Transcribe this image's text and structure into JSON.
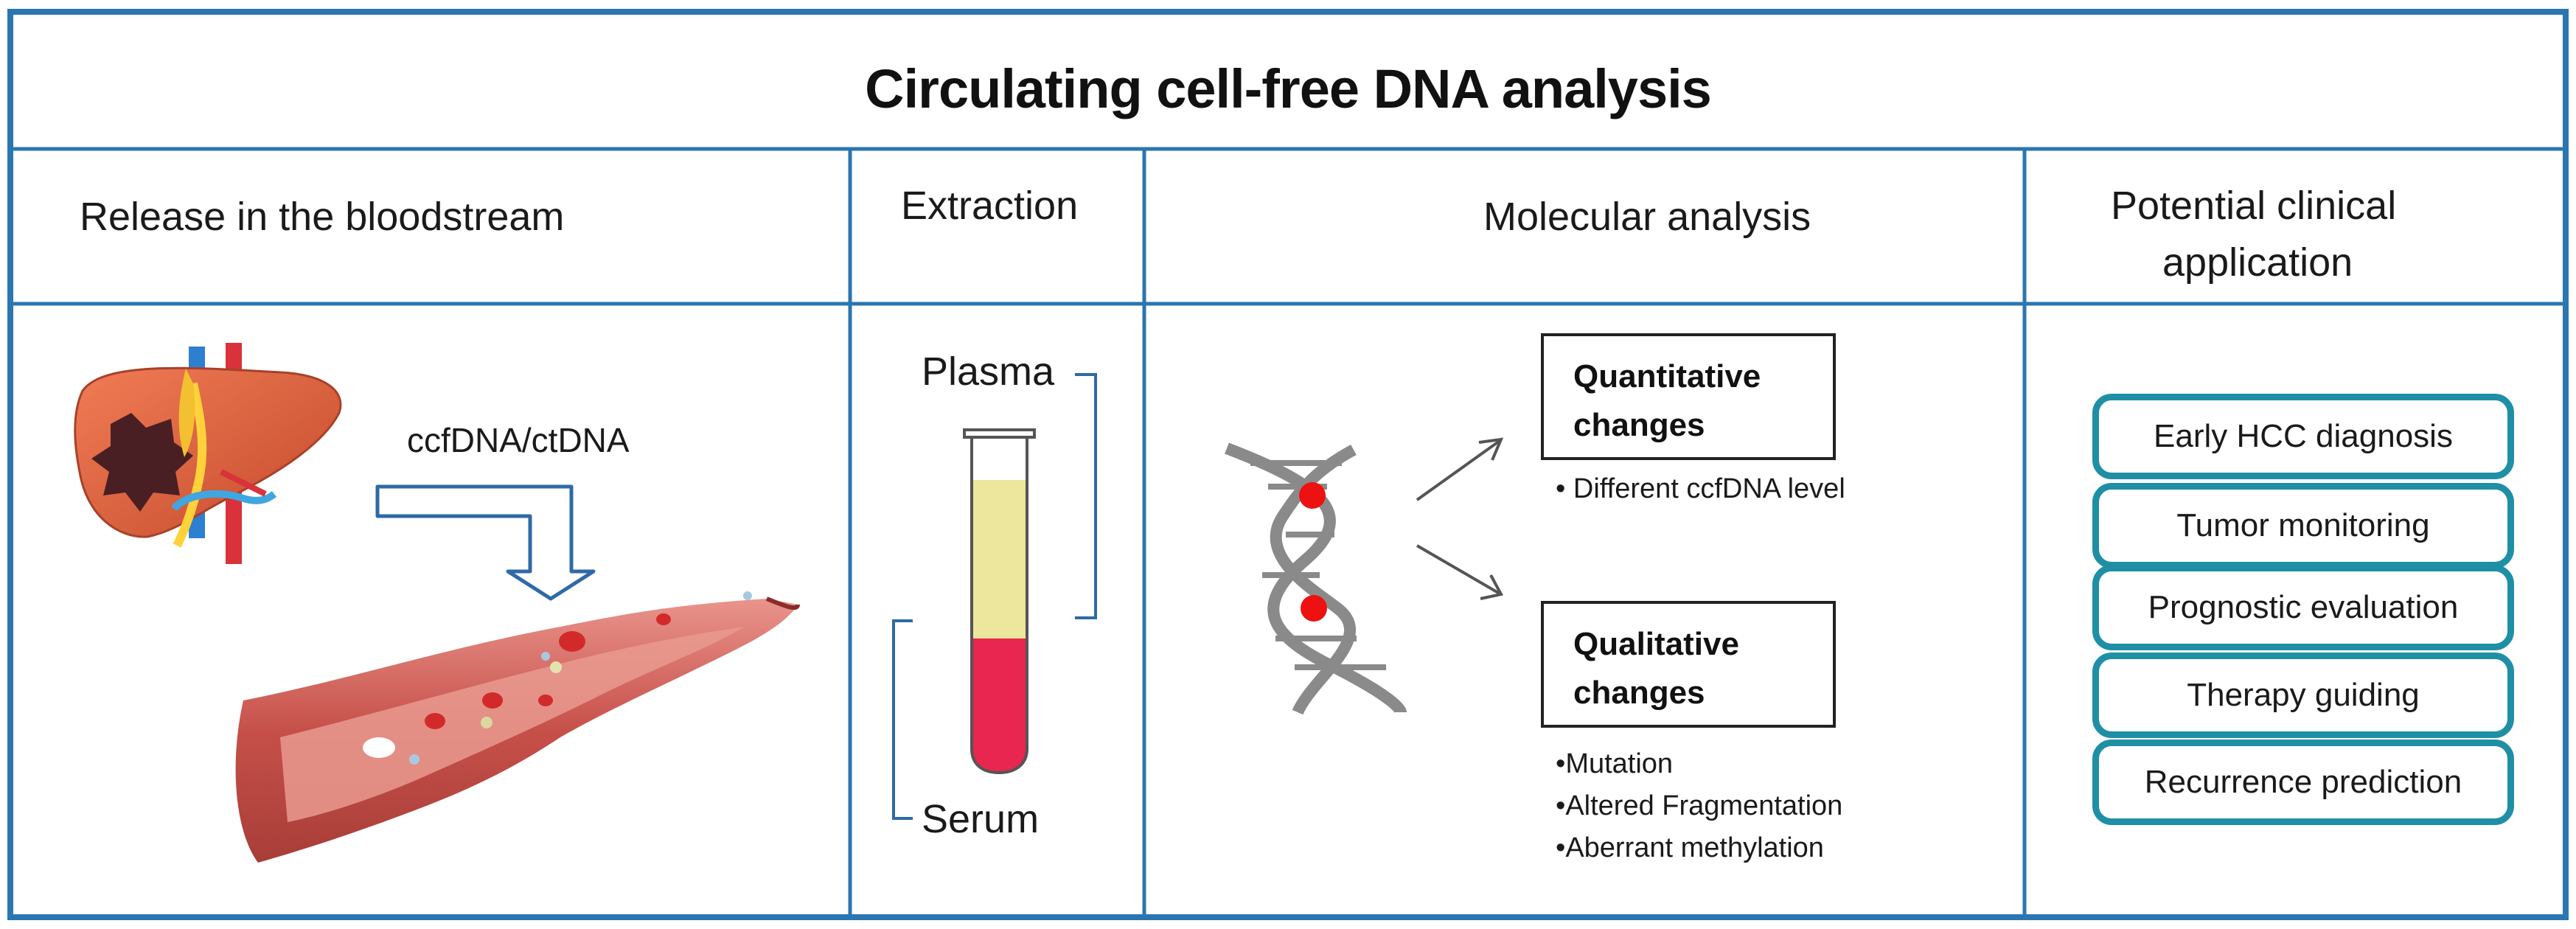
{
  "title": "Circulating cell-free DNA analysis",
  "columns": {
    "release": "Release in the bloodstream",
    "extraction": "Extraction",
    "molecular": "Molecular analysis",
    "clinical_line1": "Potential clinical",
    "clinical_line2": "application"
  },
  "release_panel": {
    "label": "ccfDNA/ctDNA"
  },
  "extraction_panel": {
    "plasma": "Plasma",
    "serum": "Serum"
  },
  "molecular_panel": {
    "quantitative": {
      "line1": "Quantitative",
      "line2": "changes",
      "bullets": [
        "Different ccfDNA level"
      ]
    },
    "qualitative": {
      "line1": "Qualitative",
      "line2": "changes",
      "bullets": [
        "Mutation",
        "Altered Fragmentation",
        "Aberrant methylation"
      ]
    }
  },
  "applications": [
    "Early HCC diagnosis",
    "Tumor monitoring",
    "Prognostic evaluation",
    "Therapy guiding",
    "Recurrence prediction"
  ],
  "colors": {
    "frame": "#2a76b0",
    "pill_border": "#1f8fa6",
    "plasma": "#ece79c",
    "blood": "#e8264f",
    "vessel": "#c8564f",
    "liver": "#d9603e"
  }
}
